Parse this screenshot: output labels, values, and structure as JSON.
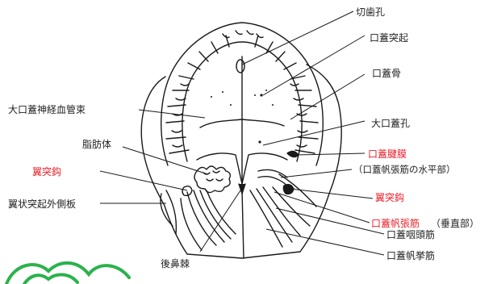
{
  "colors": {
    "line": "#1a1a1a",
    "highlight": "#e8202a",
    "logo": "#2bb24c"
  },
  "labels": {
    "incisive_foramen": "切歯孔",
    "palatine_process": "口蓋突起",
    "palatine_bone": "口蓋骨",
    "greater_palatine_foramen": "大口蓋孔",
    "palatine_aponeurosis": "口蓋腱膜",
    "aponeurosis_note": "（口蓋帆張筋の水平部）",
    "hamulus_right": "翼突鈎",
    "tensor_veli": "口蓋帆張筋",
    "tensor_veli_note": "（垂直部）",
    "palatopharyngeus": "口蓋咽頭筋",
    "levator_veli": "口蓋帆挙筋",
    "greater_palatine_neurovascular": "大口蓋神経血管束",
    "fat_body": "脂肪体",
    "hamulus_left": "翼突鈎",
    "lateral_pterygoid_plate": "翼状突起外側板",
    "posterior_nasal_spine": "後鼻棘"
  }
}
